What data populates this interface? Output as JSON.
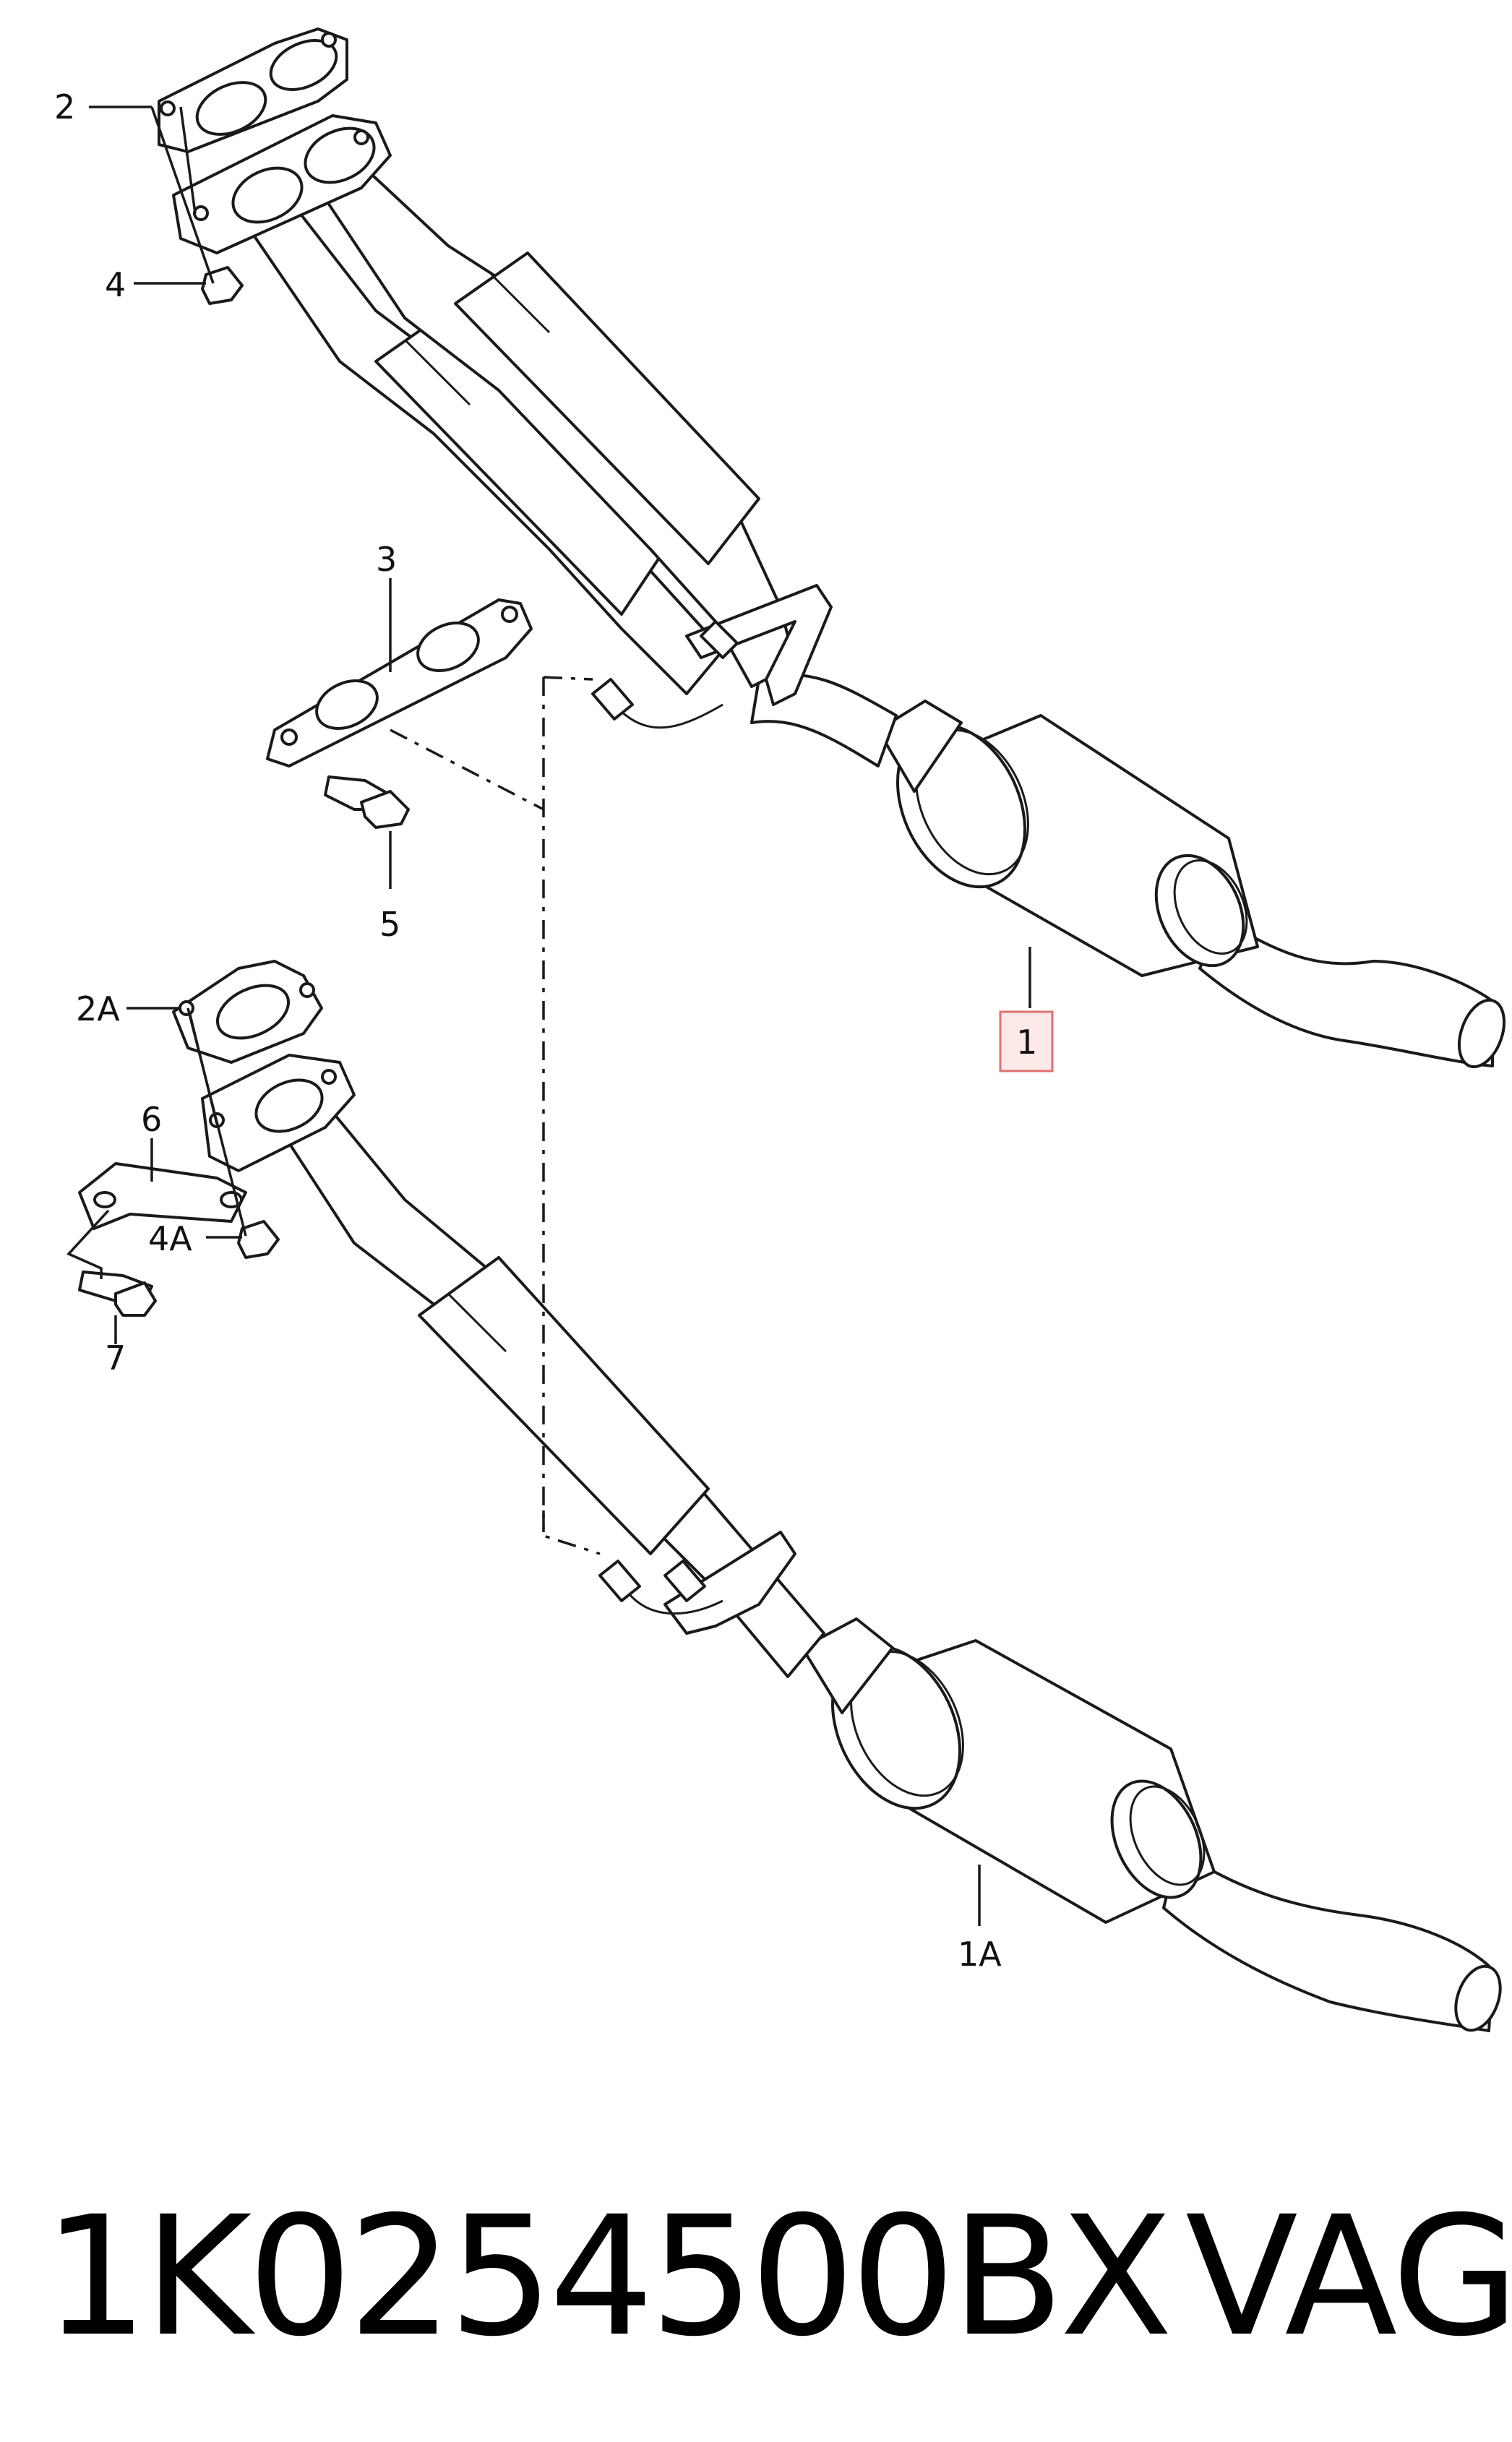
{
  "callouts": {
    "c2": "2",
    "c4": "4",
    "c3": "3",
    "c5": "5",
    "c1": "1",
    "c2a": "2A",
    "c6": "6",
    "c4a": "4A",
    "c7": "7",
    "c1a": "1A"
  },
  "footer": {
    "part_number": "1K0254500BX",
    "brand": "VAG"
  },
  "colors": {
    "highlight_border": "#e07070",
    "highlight_fill": "#fde8e8",
    "line": "#1a1a1a"
  }
}
